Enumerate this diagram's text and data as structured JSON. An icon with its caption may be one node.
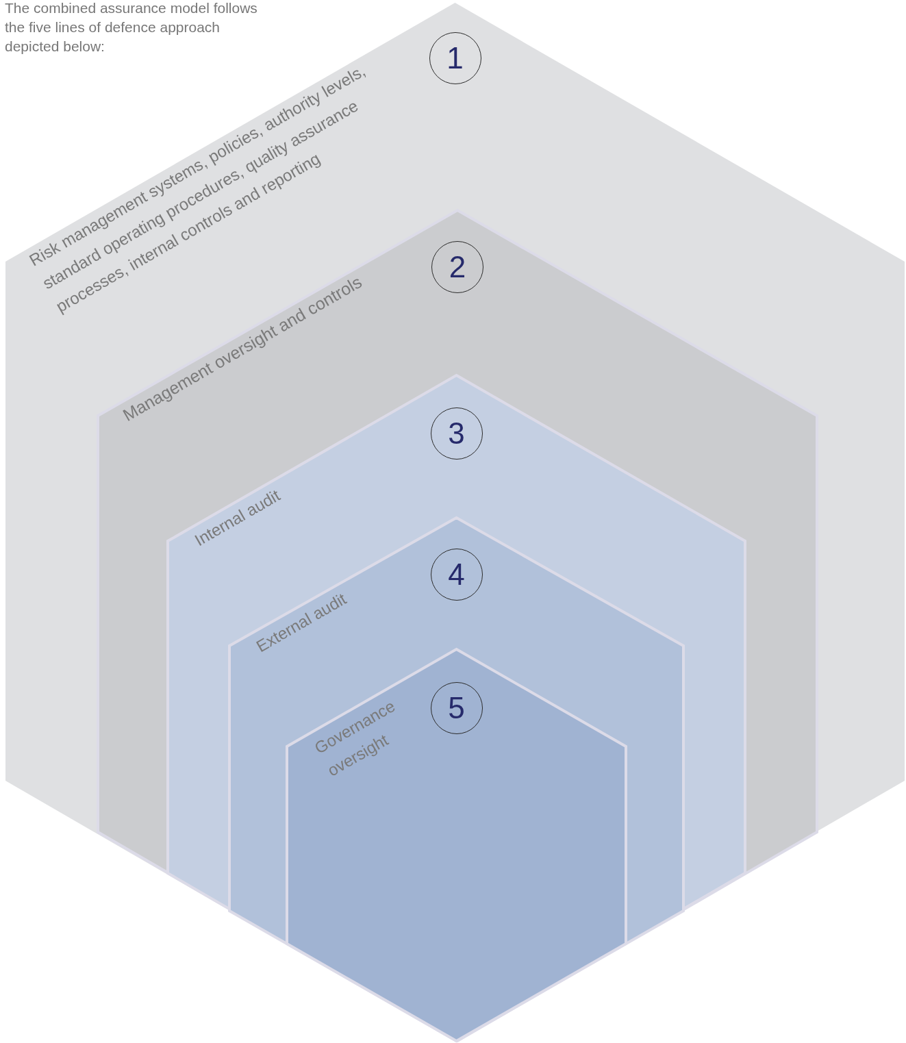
{
  "diagram": {
    "nodes": [
      {
        "text": [
          "Risk management systems, policies, authority levels, standard operating procedures, quality assurance processes, internal controls and reporting"
        ]
      },
      {
        "text": [
          "1"
        ],
        "in": 0
      },
      {
        "text": [
          "Management oversight and controls"
        ],
        "in": 0
      },
      {
        "text": [
          "2"
        ],
        "in": 2
      },
      {
        "text": [
          "Internal audit"
        ],
        "in": 2
      },
      {
        "text": [
          "3"
        ],
        "in": 4
      },
      {
        "text": [
          "External audit"
        ],
        "in": 4
      },
      {
        "text": [
          "4"
        ],
        "in": 6
      },
      {
        "text": [
          "Governance oversight"
        ],
        "in": 6
      },
      {
        "text": [
          "5"
        ],
        "in": 8
      }
    ],
    "labels": [
      "The combined assurance model follows the five lines of defence approach depicted below:"
    ]
  }
}
